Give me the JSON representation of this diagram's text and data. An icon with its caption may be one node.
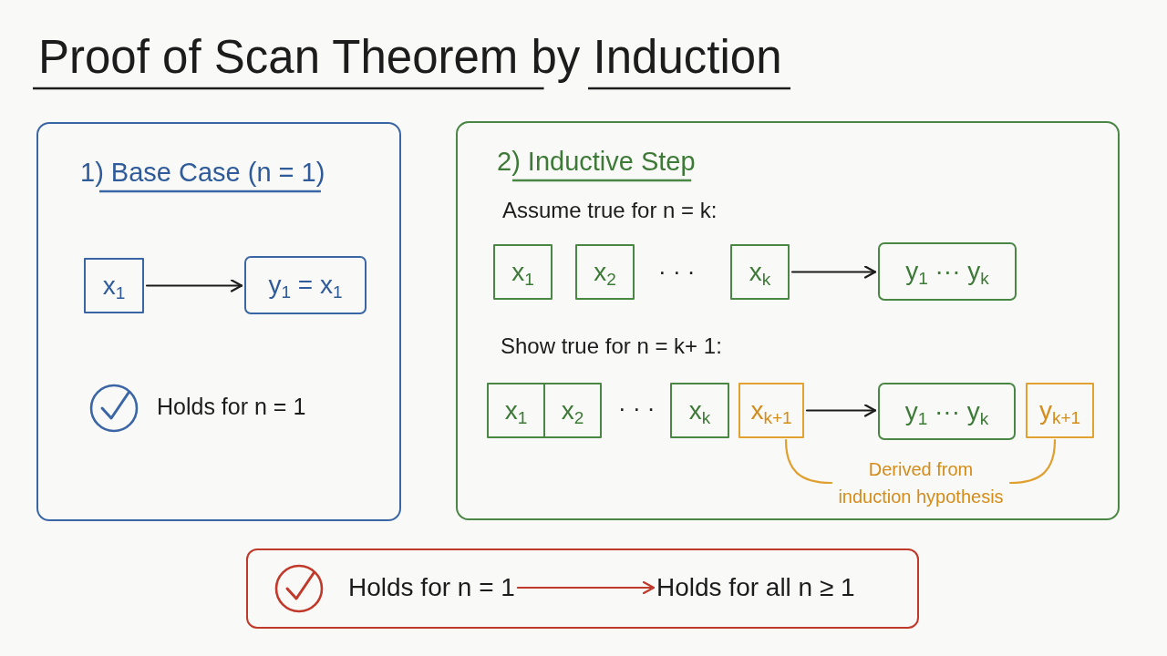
{
  "diagram": {
    "title": "Proof of Scan Theorem by Induction",
    "nodes": [
      {
        "text": [
          "1) Base Case (n = 1)"
        ]
      },
      {
        "text": [
          "x$_{1}$"
        ],
        "in": 0
      },
      {
        "text": [
          "y$_{1}$ = x$_{1}$"
        ],
        "in": 0
      },
      {
        "text": [
          "2) Inductive Step"
        ]
      },
      {
        "text": [
          "x$_{1}$"
        ],
        "in": 3
      },
      {
        "text": [
          "x$_{2}$"
        ],
        "in": 3
      },
      {
        "text": [
          "x$_{k}$"
        ],
        "in": 3
      },
      {
        "text": [
          "y$_{1}$ ··· y$_{k}$"
        ],
        "in": 3
      },
      {
        "text": [
          "x$_{1}$"
        ],
        "in": 3
      },
      {
        "text": [
          "x$_{2}$"
        ],
        "in": 3
      },
      {
        "text": [
          "x$_{k}$"
        ],
        "in": 3
      },
      {
        "text": [
          "x$_{k+1}$"
        ],
        "in": 3
      },
      {
        "text": [
          "y$_{1}$ ··· y$_{k}$"
        ],
        "in": 3
      },
      {
        "text": [
          "y$_{k+1}$"
        ],
        "in": 3
      },
      {
        "text": [
          "Derived from induction hypothesis"
        ],
        "in": 3
      },
      {
        "text": [],
        "shape": "box"
      },
      {
        "text": [
          "Holds for n = 1"
        ],
        "in": 15
      },
      {
        "text": [
          "Holds for all n ≥ 1"
        ],
        "in": 15
      }
    ],
    "edges": [
      {
        "from": 1,
        "to": 2,
        "arrow": "to"
      },
      {
        "from": 6,
        "to": 7,
        "arrow": "to"
      },
      {
        "from": 11,
        "to": 12,
        "arrow": "to"
      },
      {
        "from": 14,
        "to": 11,
        "arrow": "none",
        "color": "#e0a030"
      },
      {
        "from": 14,
        "to": 13,
        "arrow": "none",
        "color": "#e0a030"
      },
      {
        "from": 16,
        "to": 17,
        "arrow": "to",
        "color": "#c0392b"
      }
    ],
    "labels": [
      "Holds for n = 1",
      "Assume true for n = k:",
      "· · ·",
      "Show true for n = k+ 1:",
      "· · ·"
    ]
  }
}
